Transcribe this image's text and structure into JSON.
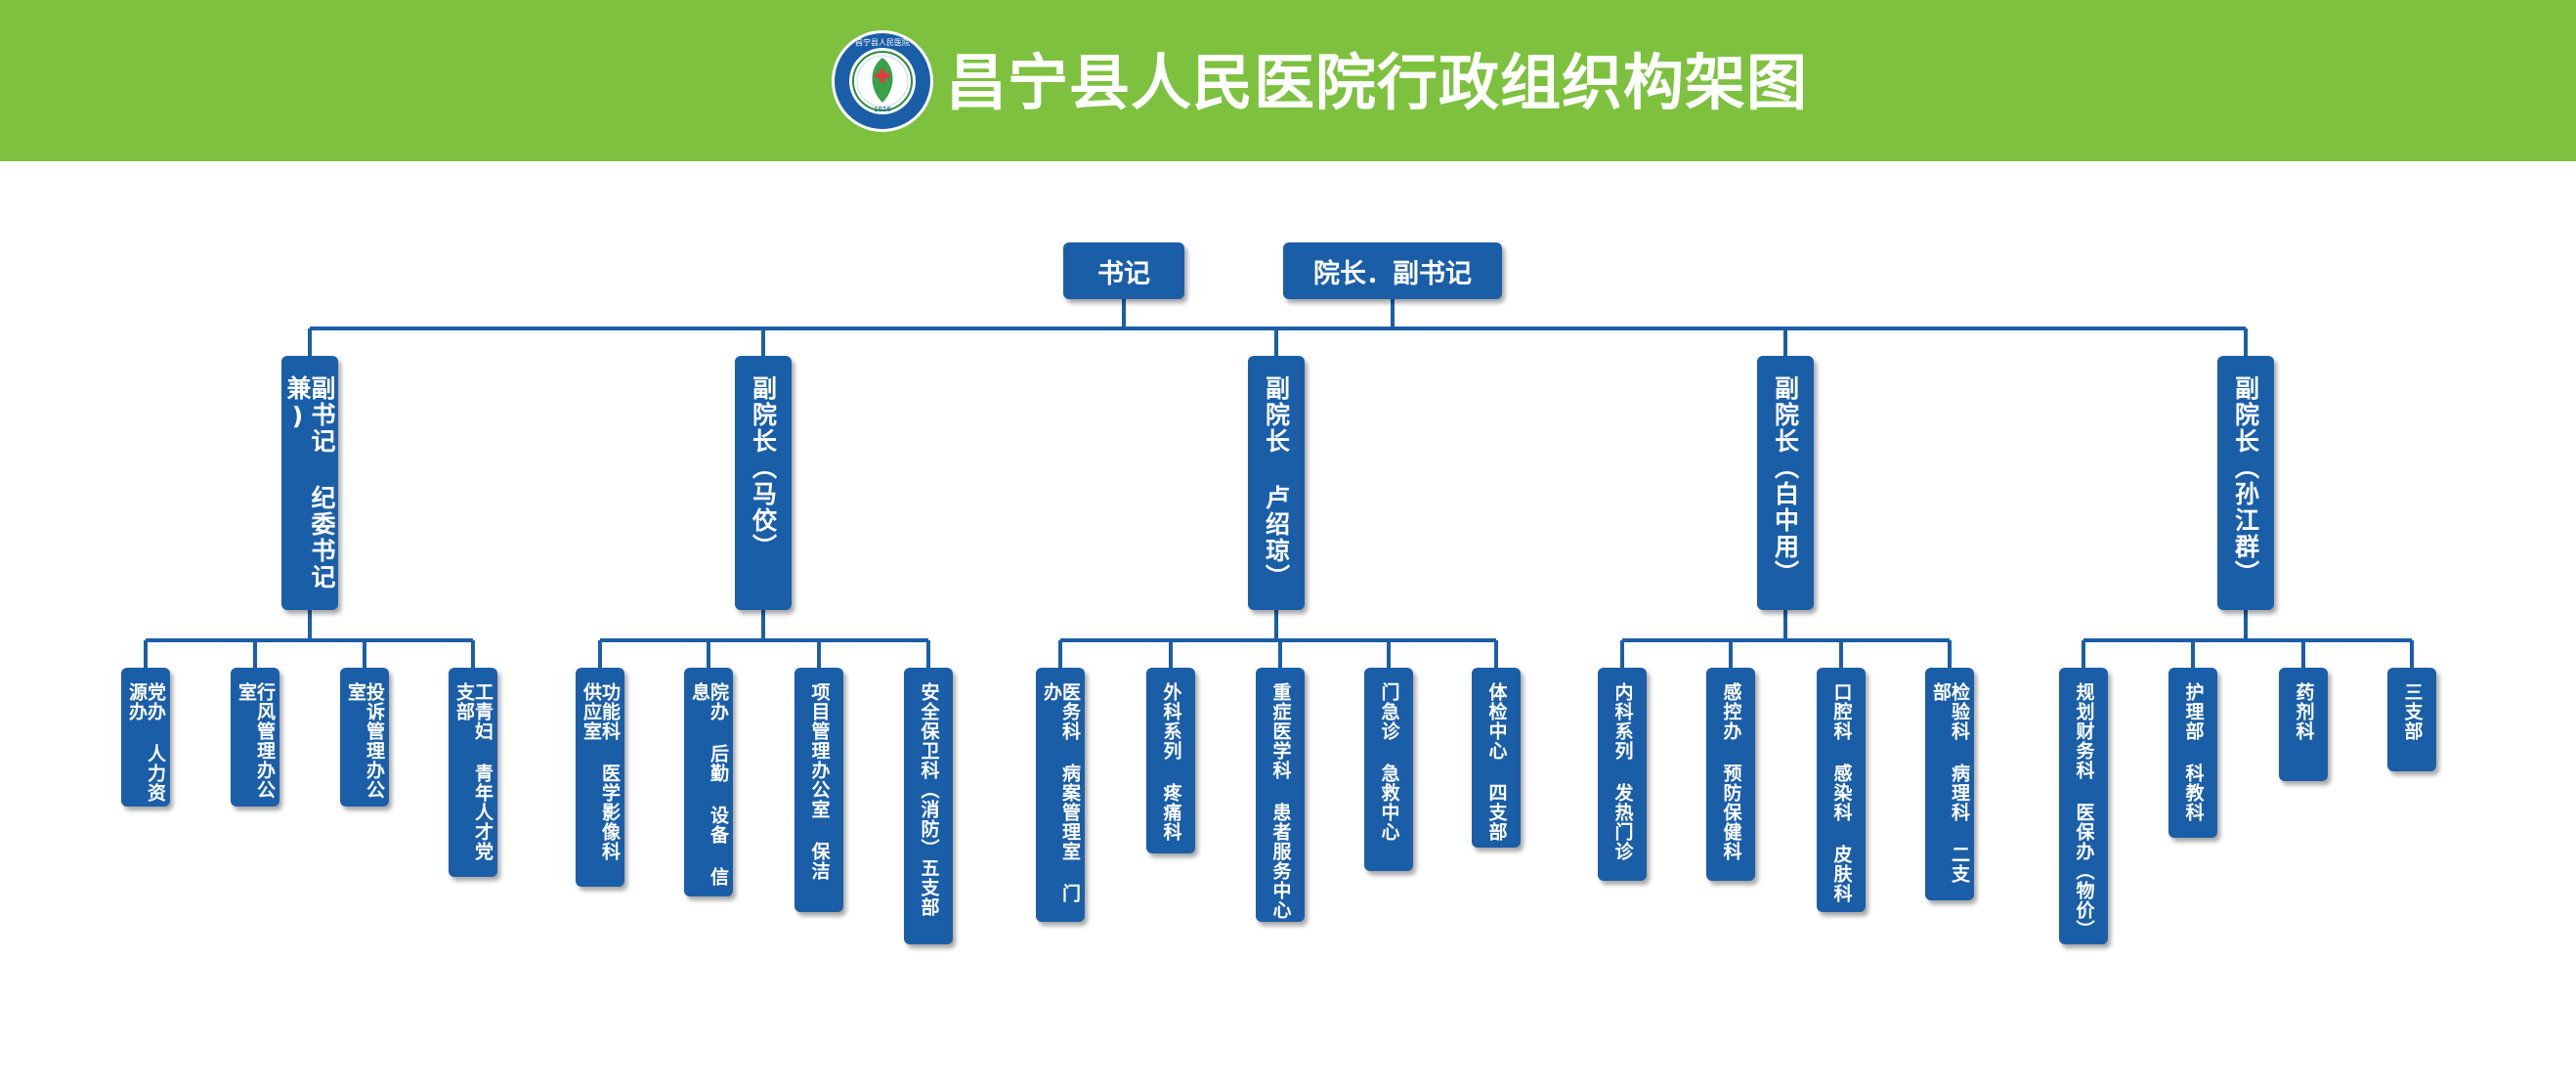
{
  "header": {
    "title": "昌宁县人民医院行政组织构架图",
    "logo_text": "昌宁县人民医院",
    "logo_year": "1956"
  },
  "colors": {
    "banner": "#7dc13f",
    "box": "#1b5ea8",
    "line": "#1b5ea8",
    "text": "#ffffff"
  },
  "top": [
    {
      "label": "书记"
    },
    {
      "label": "院长．副书记"
    }
  ],
  "branches": [
    {
      "label": "副书记 纪委书记兼)",
      "children": [
        "党办 人力资源办",
        "行风管理办公室",
        "投诉管理办公室",
        "工青妇 青年人才党支部"
      ]
    },
    {
      "label": "副院长（马佼）",
      "children": [
        "功能科 医学影像科 供应室",
        "院办 后勤 设备 信息",
        "项目管理办公室 保洁",
        "安全保卫科（消防）五支部"
      ]
    },
    {
      "label": "副院长 卢绍琼）",
      "children": [
        "医务科 病案管理室 门办",
        "外科系列 疼痛科",
        "重症医学科 患者服务中心",
        "门急诊 急救中心",
        "体检中心 四支部"
      ]
    },
    {
      "label": "副院长（白中用）",
      "children": [
        "内科系列 发热门诊",
        "感控办 预防保健科",
        "口腔科 感染科 皮肤科",
        "检验科 病理科 二支部"
      ]
    },
    {
      "label": "副院长（孙江群）",
      "children": [
        "规划财务科 医保办（物价）",
        "护理部 科教科",
        "药剂科",
        "三支部"
      ]
    }
  ]
}
